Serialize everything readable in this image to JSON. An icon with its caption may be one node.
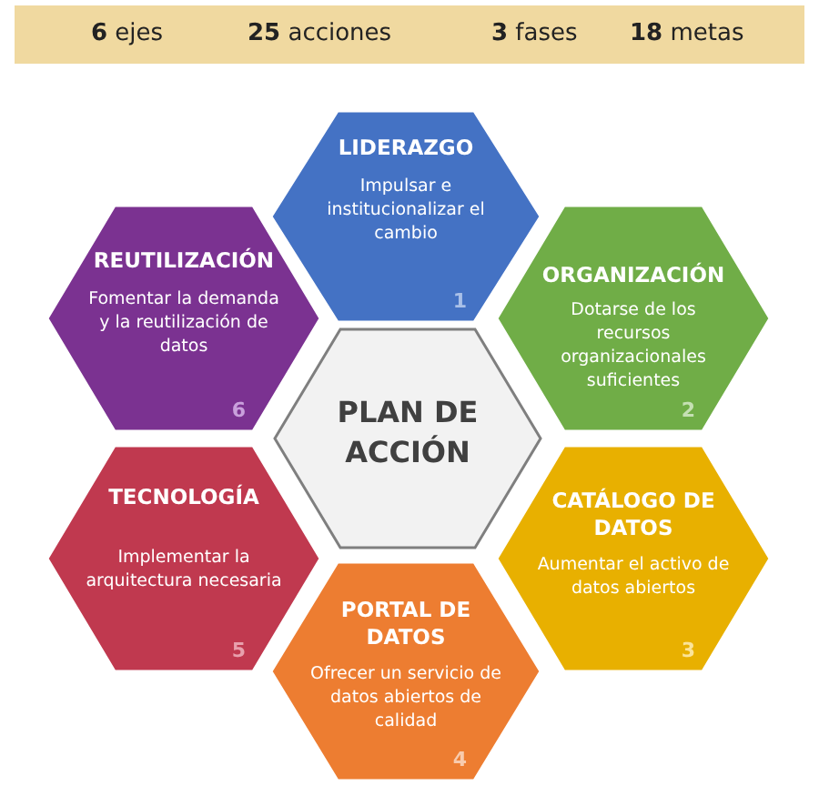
{
  "diagram": {
    "nodes": [
      {
        "text": [
          "**6** ejes",
          "**25** acciones",
          "**3** fases",
          "**18** metas"
        ]
      },
      {
        "text": [
          "PLAN DE ACCIÓN"
        ]
      },
      {
        "text": [
          "LIDERAZGO",
          "Impulsar e institucionalizar el cambio",
          "1"
        ]
      },
      {
        "text": [
          "ORGANIZACIÓN",
          "Dotarse de los recursos organizacionales suficientes",
          "2"
        ]
      },
      {
        "text": [
          "CATÁLOGO DE DATOS",
          "Aumentar el activo de datos abiertos",
          "3"
        ]
      },
      {
        "text": [
          "PORTAL DE DATOS",
          "Ofrecer un servicio de datos abiertos de calidad",
          "4"
        ]
      },
      {
        "text": [
          "TECNOLOGÍA",
          "Implementar la arquitectura necesaria",
          "5"
        ]
      },
      {
        "text": [
          "REUTILIZACIÓN",
          "Fomentar la demanda y la reutilización de datos",
          "6"
        ]
      }
    ],
    "edges": []
  }
}
